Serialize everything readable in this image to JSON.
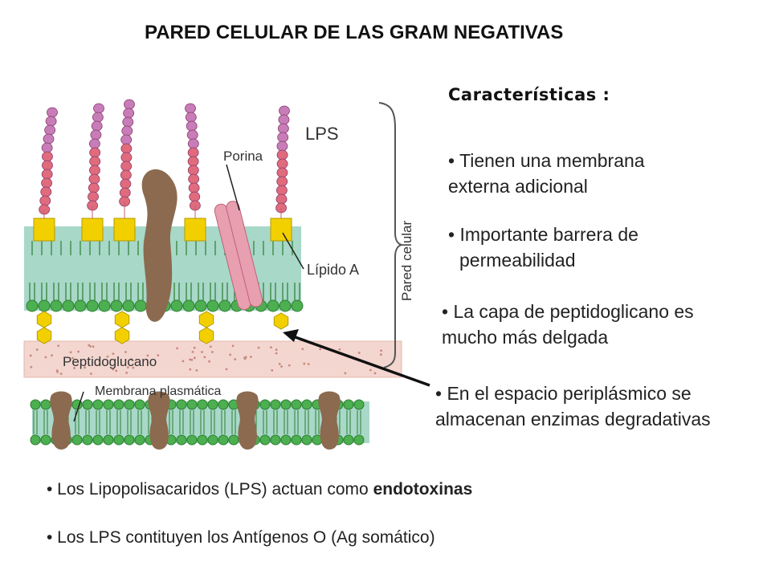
{
  "title": "PARED CELULAR DE LAS GRAM NEGATIVAS",
  "characteristics_heading": "Características :",
  "features": [
    {
      "line1": "• Tienen una membrana",
      "line2": "externa  adicional"
    },
    {
      "line1": "• Importante barrera de",
      "line2": "permeabilidad"
    },
    {
      "line1": "• La capa de peptidoglicano es",
      "line2": "mucho más delgada"
    },
    {
      "line1": "• En el espacio periplásmico se",
      "line2": "almacenan enzimas degradativas"
    }
  ],
  "diagram_labels": {
    "lps": "LPS",
    "porina": "Porina",
    "lipido_a": "Lípido A",
    "pared_celular": "Pared celular",
    "peptidoglucano": "Peptidoglucano",
    "membrana_plasmatica": "Membrana plasmática"
  },
  "bottom_notes": [
    {
      "prefix": "• Los Lipopolisacaridos (LPS) actuan como ",
      "bold": "endotoxinas"
    },
    {
      "prefix": "• Los LPS contituyen los Antígenos O   (Ag somático)",
      "bold": ""
    }
  ],
  "colors": {
    "membrane": "#a8d8c8",
    "lipid_head": "#4caf50",
    "lps_bead_top": "#c77db8",
    "lps_bead_bottom": "#e06b7d",
    "lipid_a_square": "#f2d000",
    "porin": "#8b6a4f",
    "porina_tube": "#e8a0b0",
    "peptidoglycan": "#f3d6cf"
  }
}
